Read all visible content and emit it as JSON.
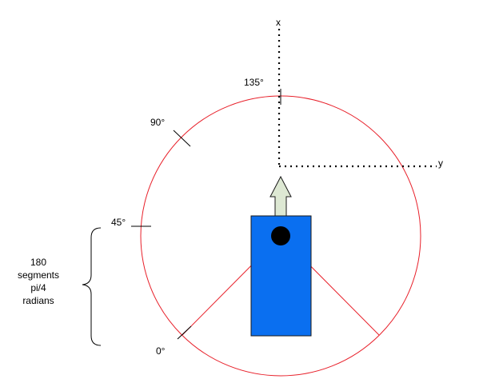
{
  "axes": {
    "x_label": "x",
    "y_label": "y"
  },
  "angles": {
    "a0": "0°",
    "a45": "45°",
    "a90": "90°",
    "a135": "135°"
  },
  "annotation": {
    "line1": "180",
    "line2": "segments",
    "line3": "pi/4",
    "line4": "radians"
  },
  "colors": {
    "circle": "#e8202a",
    "robot_body": "#0a6ff0",
    "robot_border": "#1a1a1a",
    "sensor": "#000000",
    "arrow_fill": "#dde8d3",
    "arrow_stroke": "#1a1a1a",
    "axis": "#000000"
  },
  "icons": {
    "direction": "up-arrow-icon",
    "sensor": "sensor-dot-icon"
  }
}
